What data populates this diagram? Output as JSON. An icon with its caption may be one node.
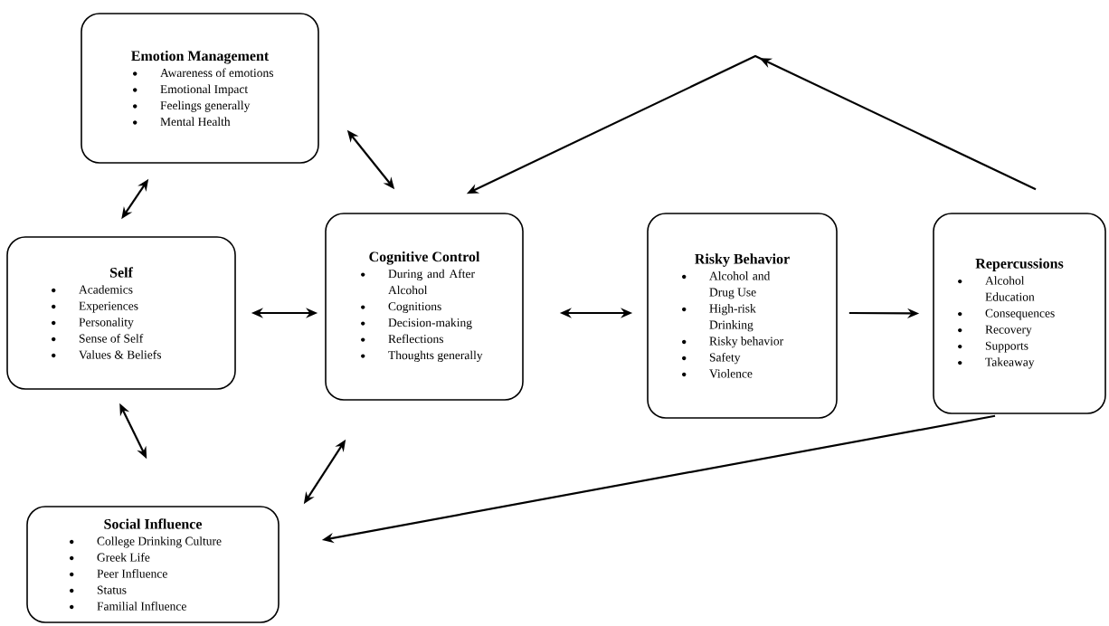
{
  "diagram": {
    "nodes": [
      {
        "text": [
          "Emotion Management",
          "Awareness of emotions",
          "Emotional Impact",
          "Feelings generally",
          "Mental Health"
        ]
      },
      {
        "text": [
          "Self",
          "Academics",
          "Experiences",
          "Personality",
          "Sense of Self",
          "Values & Beliefs"
        ]
      },
      {
        "text": [
          "Cognitive Control",
          "During and After Alcohol",
          "Cognitions",
          "Decision-making",
          "Reflections",
          "Thoughts generally"
        ]
      },
      {
        "text": [
          "Risky Behavior",
          "Alcohol and Drug Use",
          "High-risk Drinking",
          "Risky behavior",
          "Safety",
          "Violence"
        ]
      },
      {
        "text": [
          "Repercussions",
          "Alcohol Education",
          "Consequences",
          "Recovery",
          "Supports",
          "Takeaway"
        ]
      },
      {
        "text": [
          "Social Influence",
          "College Drinking Culture",
          "Greek Life",
          "Peer Influence",
          "Status",
          "Familial Influence"
        ]
      }
    ],
    "edges": [
      {
        "from": 0,
        "to": 1,
        "arrow": "both"
      },
      {
        "from": 0,
        "to": 2,
        "arrow": "both"
      },
      {
        "from": 1,
        "to": 2,
        "arrow": "both"
      },
      {
        "from": 1,
        "to": 5,
        "arrow": "both"
      },
      {
        "from": 5,
        "to": 2,
        "arrow": "both"
      },
      {
        "from": 2,
        "to": 3,
        "arrow": "both"
      },
      {
        "from": 3,
        "to": 4,
        "arrow": "to"
      },
      {
        "from": 4,
        "to": 2,
        "arrow": "to"
      },
      {
        "from": 4,
        "to": 5,
        "arrow": "to"
      }
    ]
  }
}
